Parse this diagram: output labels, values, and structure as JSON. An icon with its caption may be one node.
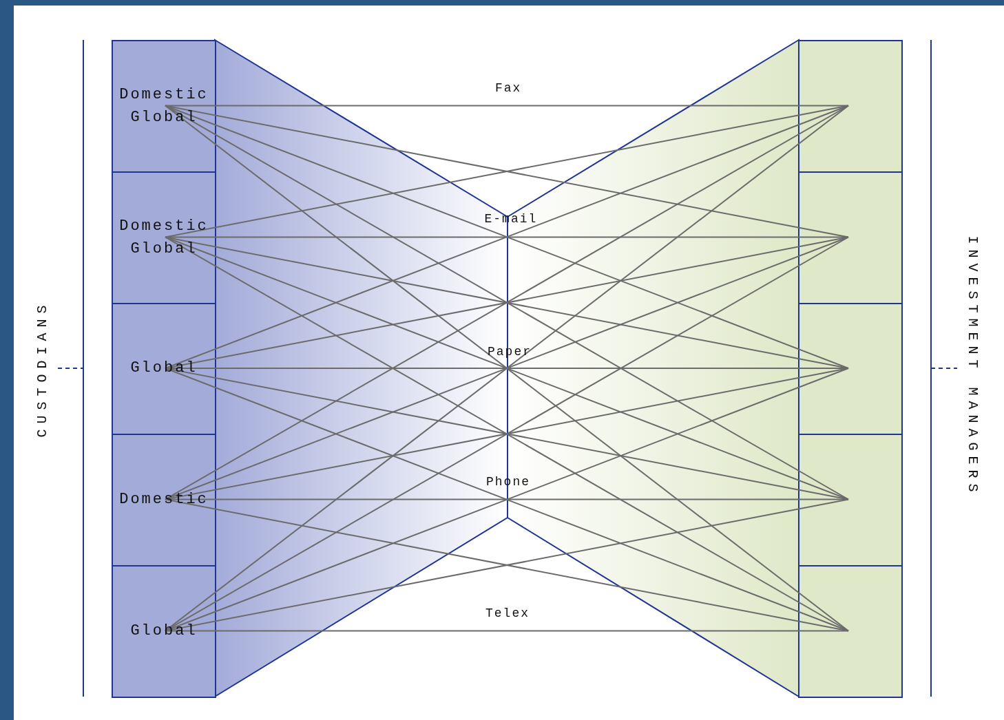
{
  "diagram": {
    "nodes": [
      {
        "text": [
          "Domestic",
          "Global"
        ]
      },
      {
        "text": [
          "Domestic",
          "Global"
        ]
      },
      {
        "text": [
          "Global"
        ]
      },
      {
        "text": [
          "Domestic"
        ]
      },
      {
        "text": [
          "Global"
        ]
      },
      {
        "text": [],
        "shape": "box"
      },
      {
        "text": [],
        "shape": "box"
      },
      {
        "text": [],
        "shape": "box"
      },
      {
        "text": [],
        "shape": "box"
      },
      {
        "text": [],
        "shape": "box"
      }
    ],
    "edges": [
      {
        "from": 0,
        "to": 5,
        "arrow": "none"
      },
      {
        "from": 0,
        "to": 6,
        "arrow": "none"
      },
      {
        "from": 0,
        "to": 7,
        "arrow": "none"
      },
      {
        "from": 0,
        "to": 8,
        "arrow": "none"
      },
      {
        "from": 0,
        "to": 9,
        "arrow": "none"
      },
      {
        "from": 1,
        "to": 5,
        "arrow": "none"
      },
      {
        "from": 1,
        "to": 6,
        "arrow": "none"
      },
      {
        "from": 1,
        "to": 7,
        "arrow": "none"
      },
      {
        "from": 1,
        "to": 8,
        "arrow": "none"
      },
      {
        "from": 1,
        "to": 9,
        "arrow": "none"
      },
      {
        "from": 2,
        "to": 5,
        "arrow": "none"
      },
      {
        "from": 2,
        "to": 6,
        "arrow": "none"
      },
      {
        "from": 2,
        "to": 7,
        "arrow": "none"
      },
      {
        "from": 2,
        "to": 8,
        "arrow": "none"
      },
      {
        "from": 2,
        "to": 9,
        "arrow": "none"
      },
      {
        "from": 3,
        "to": 5,
        "arrow": "none"
      },
      {
        "from": 3,
        "to": 6,
        "arrow": "none"
      },
      {
        "from": 3,
        "to": 7,
        "arrow": "none"
      },
      {
        "from": 3,
        "to": 8,
        "arrow": "none"
      },
      {
        "from": 3,
        "to": 9,
        "arrow": "none"
      },
      {
        "from": 4,
        "to": 5,
        "arrow": "none"
      },
      {
        "from": 4,
        "to": 6,
        "arrow": "none"
      },
      {
        "from": 4,
        "to": 7,
        "arrow": "none"
      },
      {
        "from": 4,
        "to": 8,
        "arrow": "none"
      },
      {
        "from": 4,
        "to": 9,
        "arrow": "none"
      }
    ],
    "labels": [
      "Fax",
      "E-mail",
      "Paper",
      "Phone",
      "Telex",
      "CUSTODIANS",
      "INVESTMENT MANAGERS"
    ]
  }
}
